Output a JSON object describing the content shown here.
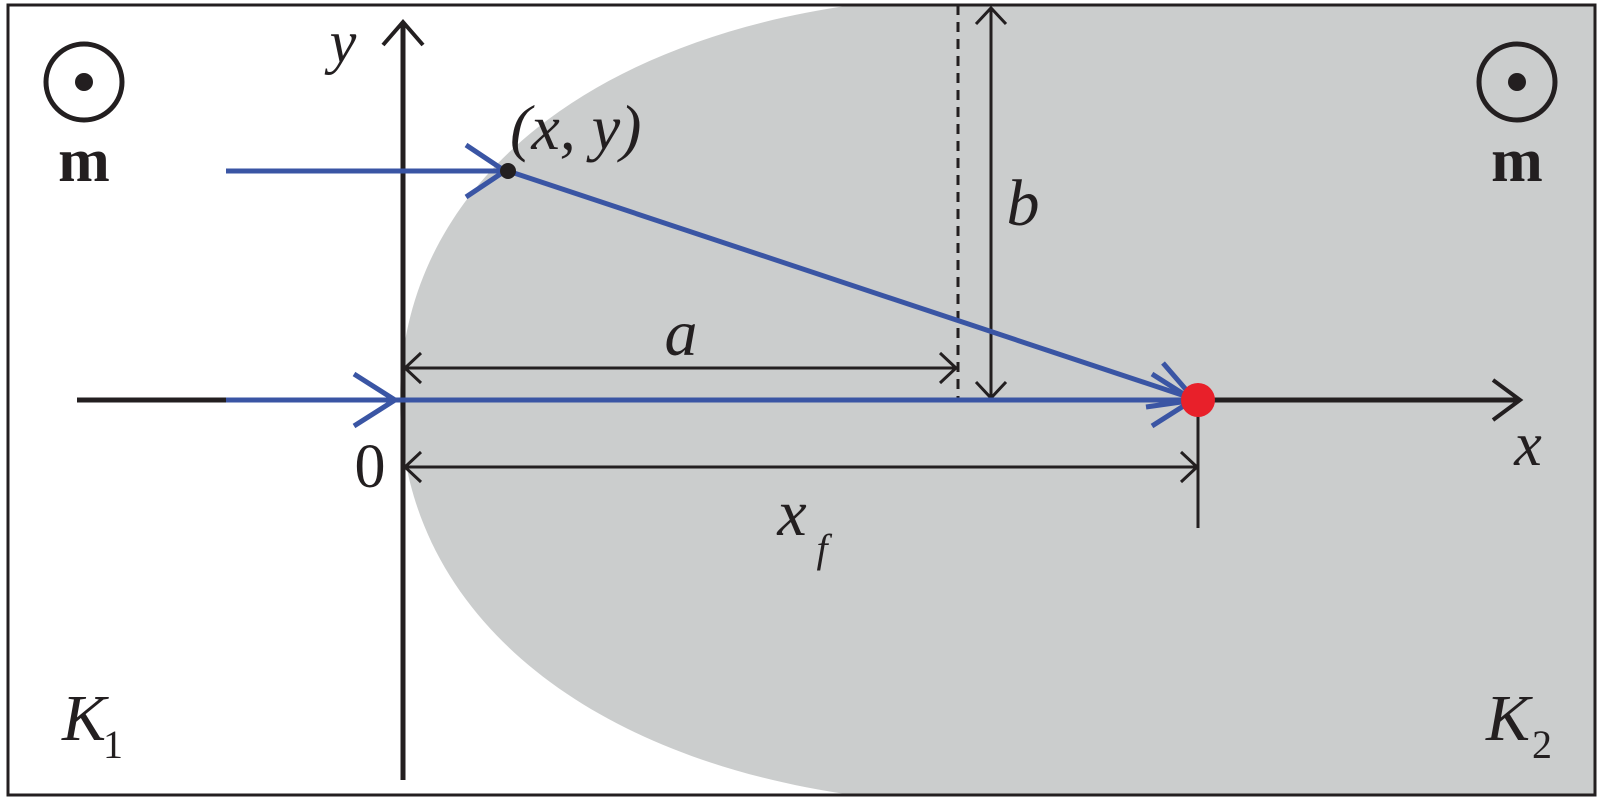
{
  "diagram": {
    "colors": {
      "frame": "#231f20",
      "medium_fill": "#cbcdcd",
      "background": "#ffffff",
      "ray": "#3a55a4",
      "focus_point": "#e8202a",
      "axis": "#231f20"
    },
    "labels": {
      "y_axis": "y",
      "x_axis": "x",
      "origin": "0",
      "point": "(x, y)",
      "dim_a": "a",
      "dim_b": "b",
      "dim_xf_main": "x",
      "dim_xf_sub": "f",
      "moment_left": "m",
      "moment_right": "m",
      "region_left_main": "K",
      "region_left_sub": "1",
      "region_right_main": "K",
      "region_right_sub": "2"
    },
    "icons": {
      "moment_symbol": "out-of-page-icon"
    }
  }
}
